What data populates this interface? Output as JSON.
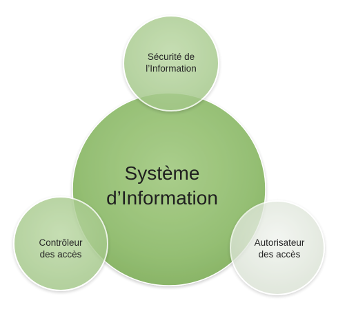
{
  "diagram": {
    "center": {
      "line1": "Système",
      "line2": "d’Information",
      "fill": "#92bd70"
    },
    "top": {
      "line1": "Sécurité de",
      "line2": "l’Information",
      "fill": "#a9cb8e"
    },
    "left": {
      "line1": "Contrôleur",
      "line2": "des accès",
      "fill": "#a9cb8e"
    },
    "right": {
      "line1": "Autorisateur",
      "line2": "des accès",
      "fill": "#dfe6db"
    }
  }
}
